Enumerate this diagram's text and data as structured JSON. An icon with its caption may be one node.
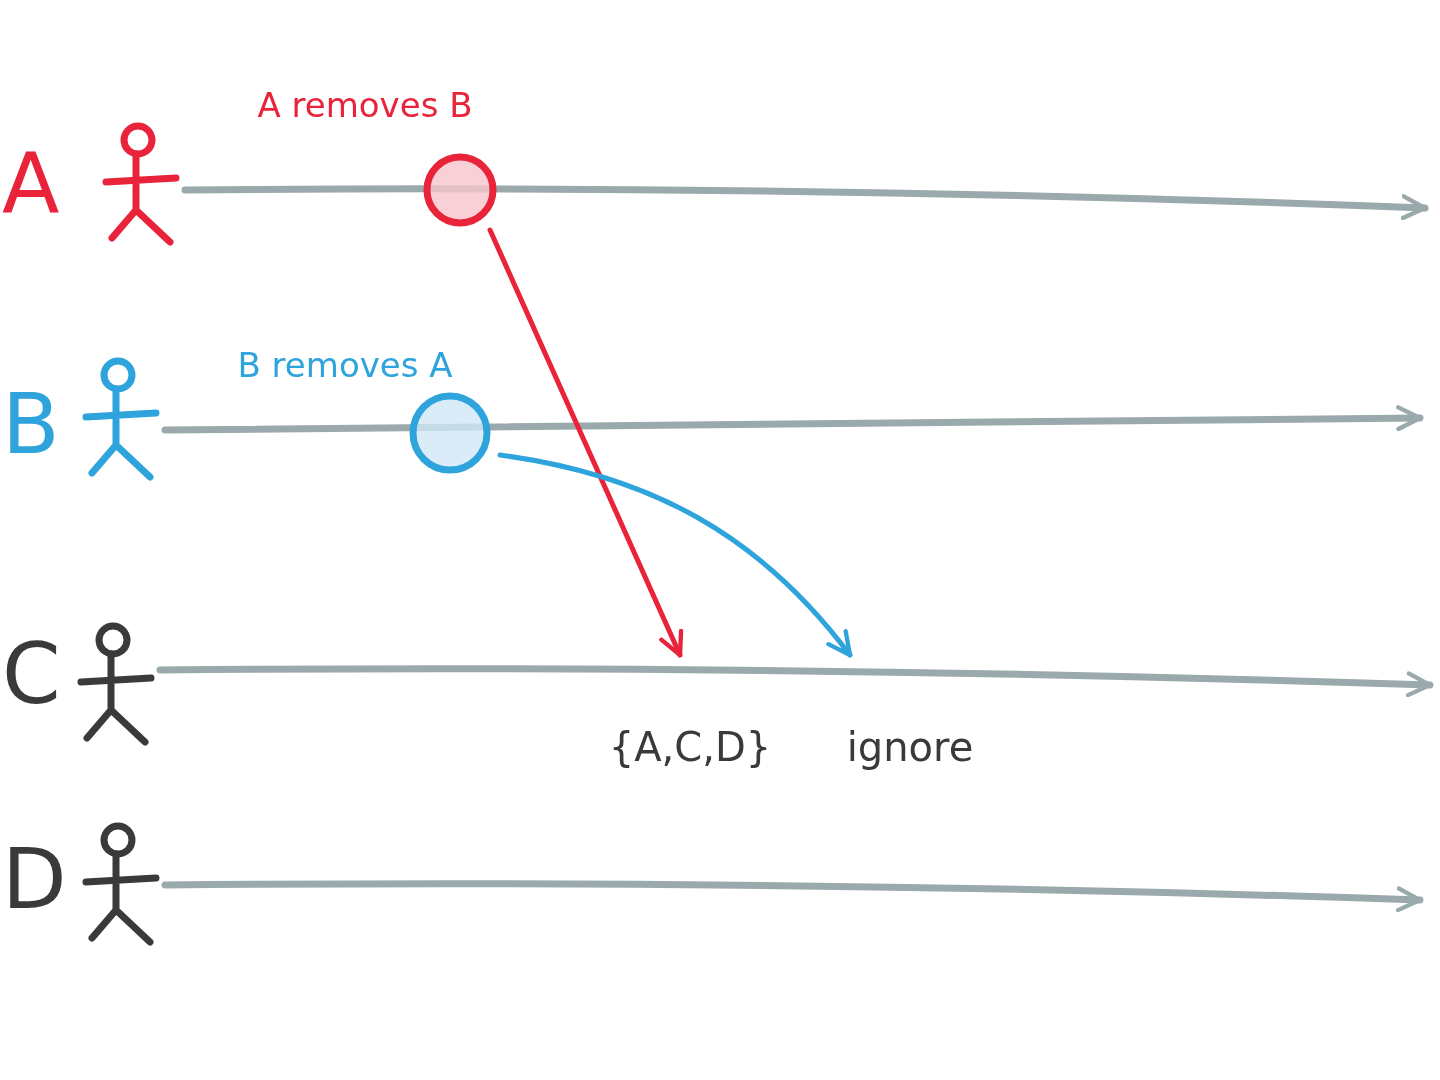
{
  "diagram": {
    "nodes": [
      {
        "text": [
          "A"
        ]
      },
      {
        "text": [
          "B"
        ]
      },
      {
        "text": [
          "C"
        ]
      },
      {
        "text": [
          "D"
        ]
      },
      {
        "text": [
          "A removes B"
        ]
      },
      {
        "text": [
          "B removes A"
        ]
      },
      {
        "text": [
          "{A,C,D}"
        ]
      },
      {
        "text": [
          "ignore"
        ]
      }
    ],
    "edges": [
      {
        "from": 0,
        "to": null,
        "arrow": "to"
      },
      {
        "from": 1,
        "to": null,
        "arrow": "to"
      },
      {
        "from": 2,
        "to": null,
        "arrow": "to"
      },
      {
        "from": 3,
        "to": null,
        "arrow": "to"
      },
      {
        "from": 4,
        "to": 6,
        "arrow": "to",
        "color": "#e8233a"
      },
      {
        "from": 5,
        "to": 7,
        "arrow": "to",
        "color": "#2ea3dc"
      }
    ]
  }
}
